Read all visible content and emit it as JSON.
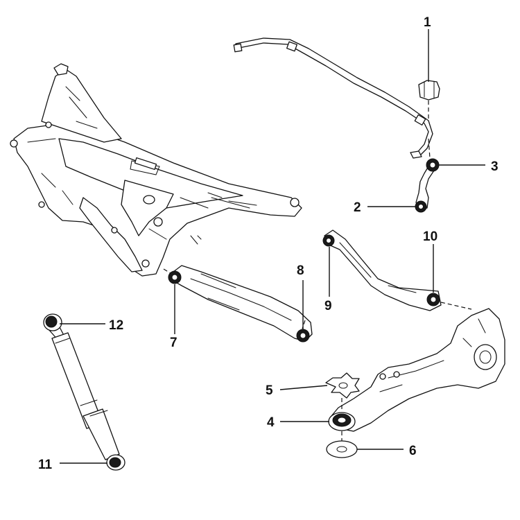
{
  "callouts": [
    {
      "id": "1",
      "label": "1",
      "part": "stabilizer-bar-bushing"
    },
    {
      "id": "2",
      "label": "2",
      "part": "stabilizer-link-lower-bushing"
    },
    {
      "id": "3",
      "label": "3",
      "part": "stabilizer-link-upper-bushing"
    },
    {
      "id": "4",
      "label": "4",
      "part": "spring-lower-bushing"
    },
    {
      "id": "5",
      "label": "5",
      "part": "spring-upper-washer"
    },
    {
      "id": "6",
      "label": "6",
      "part": "spring-lower-washer"
    },
    {
      "id": "7",
      "label": "7",
      "part": "lower-arm-inner-bushing"
    },
    {
      "id": "8",
      "label": "8",
      "part": "lower-arm-outer-bushing"
    },
    {
      "id": "9",
      "label": "9",
      "part": "upper-arm-inner-bushing"
    },
    {
      "id": "10",
      "label": "10",
      "part": "upper-arm-outer-bushing"
    },
    {
      "id": "11",
      "label": "11",
      "part": "shock-absorber-lower-bushing"
    },
    {
      "id": "12",
      "label": "12",
      "part": "shock-absorber-upper-bushing"
    }
  ]
}
